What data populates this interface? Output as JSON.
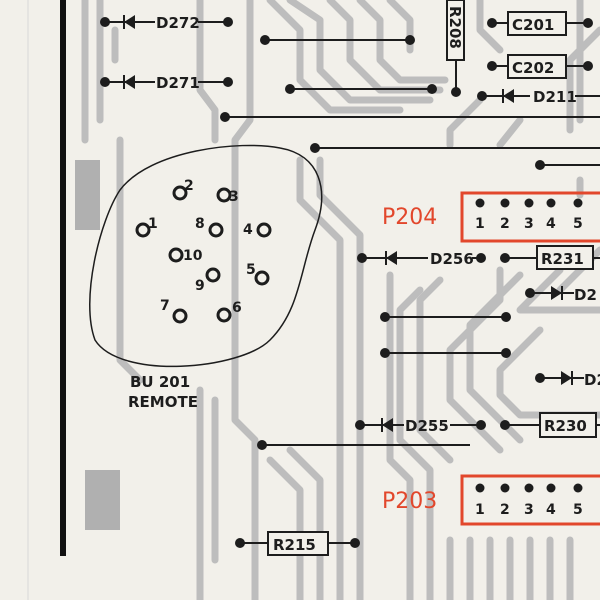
{
  "colors": {
    "paper": "#f2f0ea",
    "trace": "#bdbdbd",
    "ink": "#1d1d1d",
    "connector_red": "#e2472c"
  },
  "components": {
    "d272": "D272",
    "d271": "D271",
    "r208": "R208",
    "c201": "C201",
    "c202": "C202",
    "d211": "D211",
    "d256": "D256",
    "r231": "R231",
    "d2a": "D2",
    "d2b": "D2",
    "d255": "D255",
    "r230": "R230",
    "r215": "R215"
  },
  "connector_bu201": {
    "name": "BU 201",
    "function": "REMOTE",
    "pins": [
      "1",
      "2",
      "3",
      "4",
      "5",
      "6",
      "7",
      "8",
      "9",
      "10"
    ]
  },
  "p204": {
    "label": "P204",
    "pins": [
      "1",
      "2",
      "3",
      "4",
      "5"
    ]
  },
  "p203": {
    "label": "P203",
    "pins": [
      "1",
      "2",
      "3",
      "4",
      "5"
    ]
  }
}
